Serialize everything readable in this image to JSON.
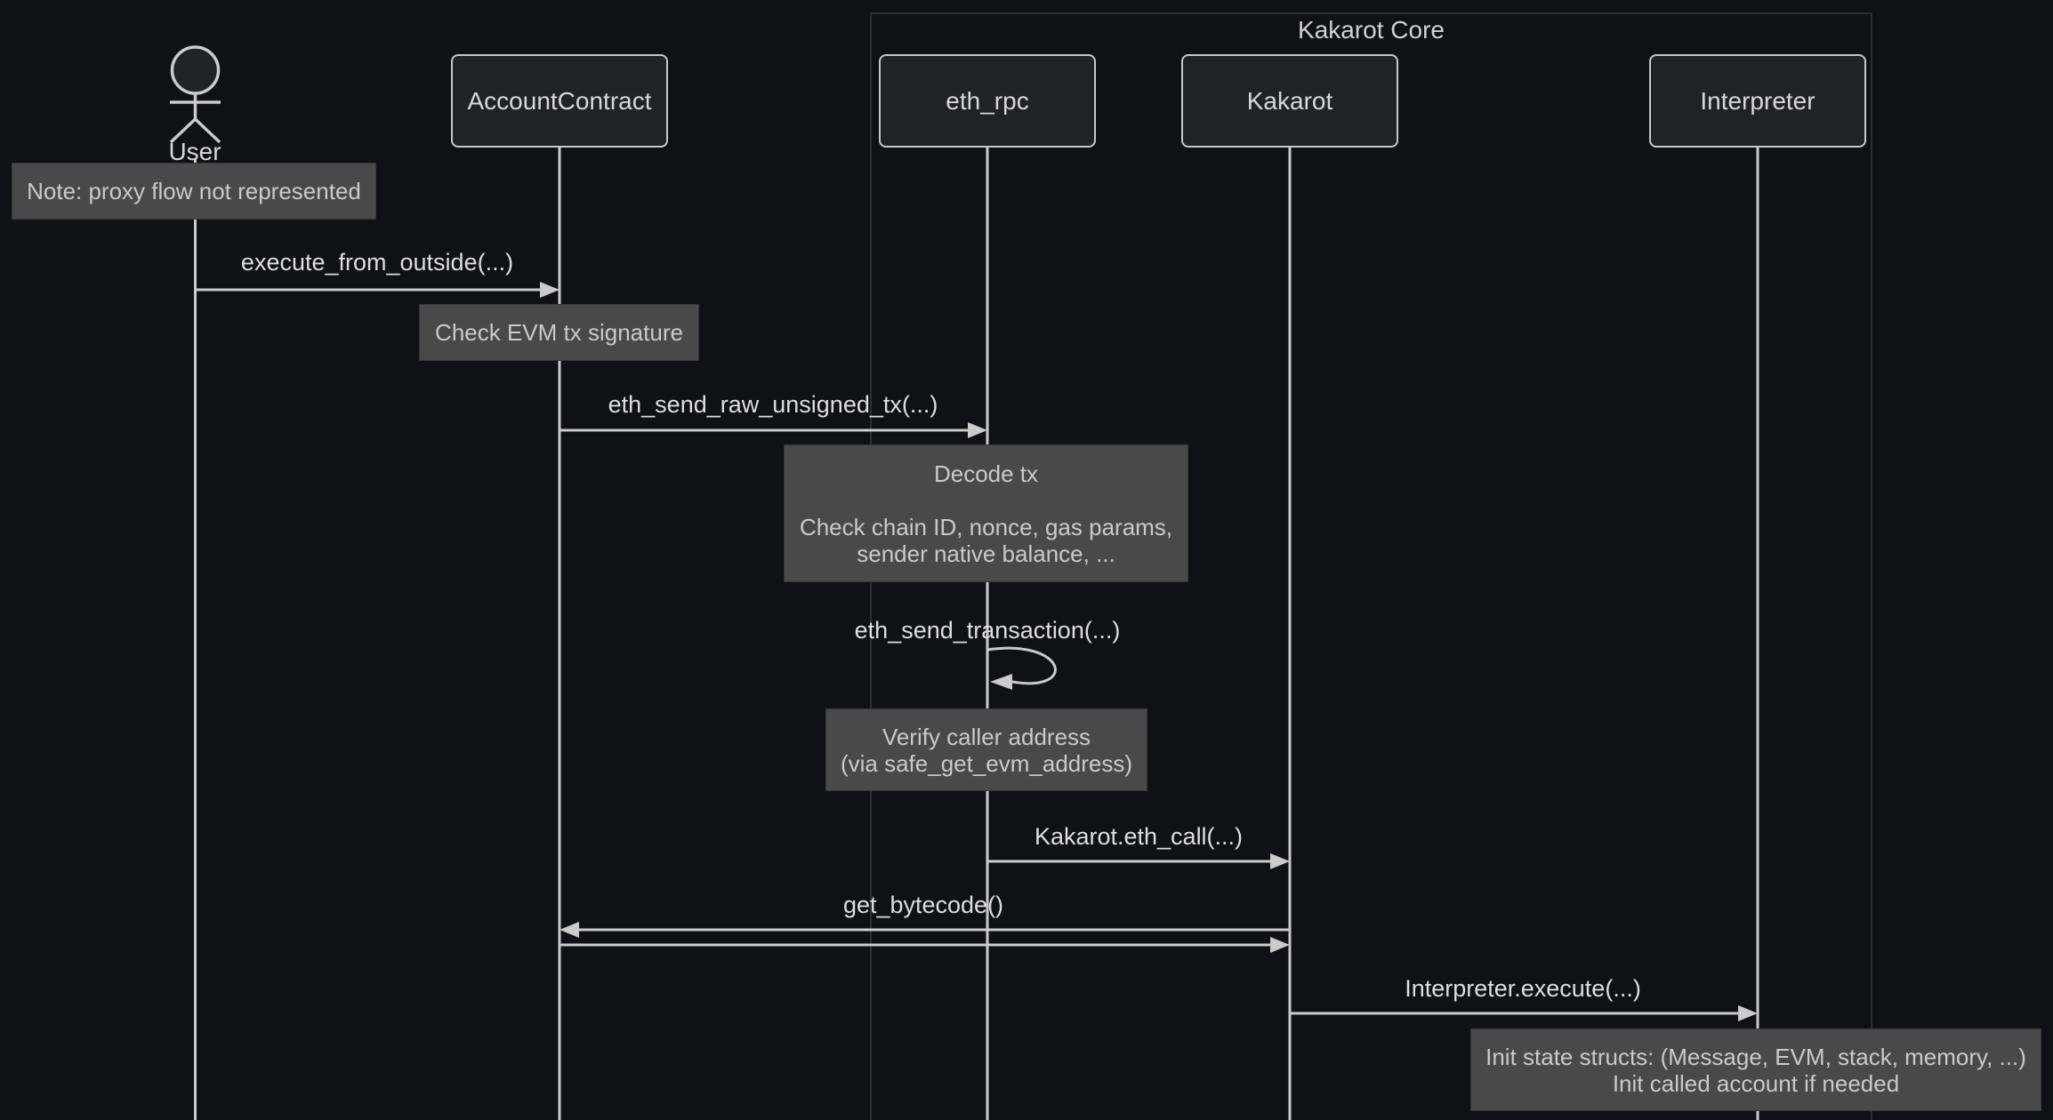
{
  "colors": {
    "bg": "#0e1116",
    "box-fill": "#1f2227",
    "box-border": "#c6c8c9",
    "line": "#c9cbcd",
    "note-fill": "#47494b",
    "note-border": "#35373a",
    "note-text": "#c8cacc",
    "message-text": "#dcdedf",
    "label-text": "#d6d8d9",
    "frame-border": "#2a2d33",
    "frame-text": "#cfd1d3"
  },
  "frame": {
    "label": "Kakarot Core"
  },
  "participants": {
    "user": {
      "label": "User"
    },
    "account_contract": {
      "label": "AccountContract"
    },
    "eth_rpc": {
      "label": "eth_rpc"
    },
    "kakarot": {
      "label": "Kakarot"
    },
    "interpreter": {
      "label": "Interpreter"
    }
  },
  "messages": {
    "execute_from_outside": {
      "label": "execute_from_outside(...)"
    },
    "eth_send_raw_unsigned_tx": {
      "label": "eth_send_raw_unsigned_tx(...)"
    },
    "eth_send_transaction": {
      "label": "eth_send_transaction(...)"
    },
    "kakarot_eth_call": {
      "label": "Kakarot.eth_call(...)"
    },
    "get_bytecode": {
      "label": "get_bytecode()"
    },
    "interpreter_execute": {
      "label": "Interpreter.execute(...)"
    }
  },
  "notes": {
    "proxy": {
      "line1": "Note: proxy flow not represented"
    },
    "check_sig": {
      "line1": "Check EVM tx signature"
    },
    "decode": {
      "line1": "Decode tx",
      "line2": "",
      "line3": "Check chain ID, nonce, gas params,",
      "line4": "sender native balance, ..."
    },
    "verify": {
      "line1": "Verify caller address",
      "line2": "(via safe_get_evm_address)"
    },
    "init": {
      "line1": "Init state structs: (Message, EVM, stack, memory, ...)",
      "line2": "Init called account if needed"
    }
  }
}
